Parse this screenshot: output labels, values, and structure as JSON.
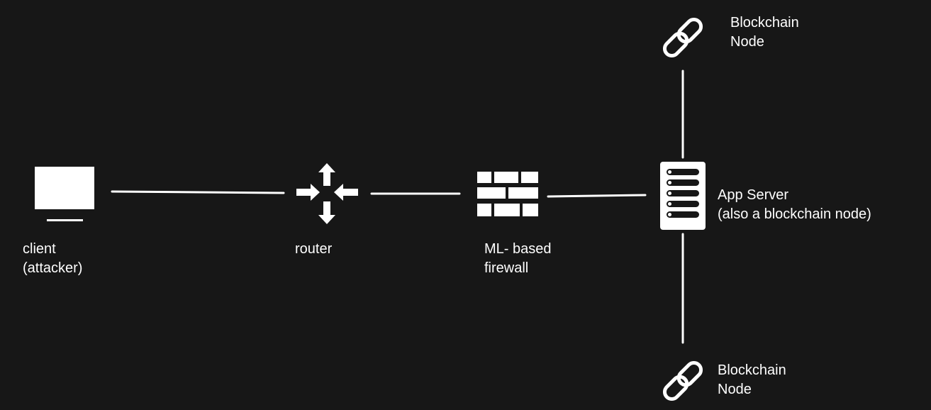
{
  "nodes": {
    "client": {
      "icon": "monitor-icon",
      "lines": [
        "client",
        "(attacker)"
      ]
    },
    "router": {
      "icon": "router-icon",
      "lines": [
        "router"
      ]
    },
    "firewall": {
      "icon": "firewall-icon",
      "lines": [
        "ML- based",
        "firewall"
      ]
    },
    "app_server": {
      "icon": "server-icon",
      "lines": [
        "App Server",
        "(also a blockchain node)"
      ]
    },
    "blockchain_top": {
      "icon": "chain-link-icon",
      "lines": [
        "Blockchain",
        "Node"
      ]
    },
    "blockchain_bottom": {
      "icon": "chain-link-icon",
      "lines": [
        "Blockchain",
        "Node"
      ]
    }
  },
  "colors": {
    "background": "#171717",
    "foreground": "#ffffff"
  }
}
